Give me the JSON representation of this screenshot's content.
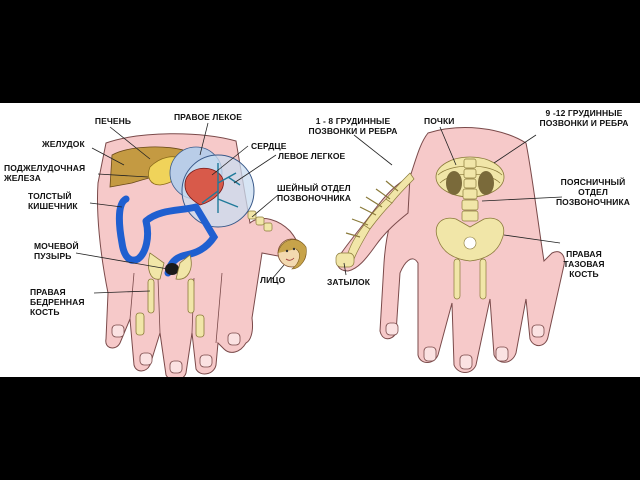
{
  "colors": {
    "background_bar": "#000000",
    "panel": "#ffffff",
    "skin": "#f6c9c9",
    "skin_outline": "#7a4a4a",
    "bone": "#f1e6a8",
    "bone_outline": "#8a7a3a",
    "liver": "#c49a42",
    "lung": "#b9cde8",
    "heart": "#d85a4a",
    "intestine": "#1f5fd0",
    "stomach": "#f0d35a",
    "face": "#f3d9b0",
    "hair": "#c7a34a",
    "leader": "#222222"
  },
  "left_hand": {
    "labels": {
      "liver": "ПЕЧЕНЬ",
      "right_lung": "ПРАВОЕ ЛЕКОЕ",
      "stomach": "ЖЕЛУДОК",
      "heart": "СЕРДЦЕ",
      "pancreas": "ПОДЖЕЛУДОЧНАЯ\nЖЕЛЕЗА",
      "left_lung": "ЛЕВОЕ ЛЕГКОЕ",
      "colon": "ТОЛСТЫЙ\nКИШЕЧНИК",
      "cervical_spine": "ШЕЙНЫЙ ОТДЕЛ\nПОЗВОНОЧНИКА",
      "bladder": "МОЧЕВОЙ\nПУЗЫРЬ",
      "face": "ЛИЦО",
      "right_femur": "ПРАВАЯ\nБЕДРЕННАЯ\nКОСТЬ"
    }
  },
  "right_hand": {
    "labels": {
      "thoracic_1_8": "1 - 8 ГРУДИННЫЕ\nПОЗВОНКИ И РЕБРА",
      "kidneys": "ПОЧКИ",
      "thoracic_9_12": "9 -12 ГРУДИННЫЕ\nПОЗВОНКИ И РЕБРА",
      "lumbar": "ПОЯСНИЧНЫЙ\nОТДЕЛ\nПОЗВОНОЧНИКА",
      "occiput": "ЗАТЫЛОК",
      "right_pelvic": "ПРАВАЯ\nТАЗОВАЯ\nКОСТЬ"
    }
  }
}
